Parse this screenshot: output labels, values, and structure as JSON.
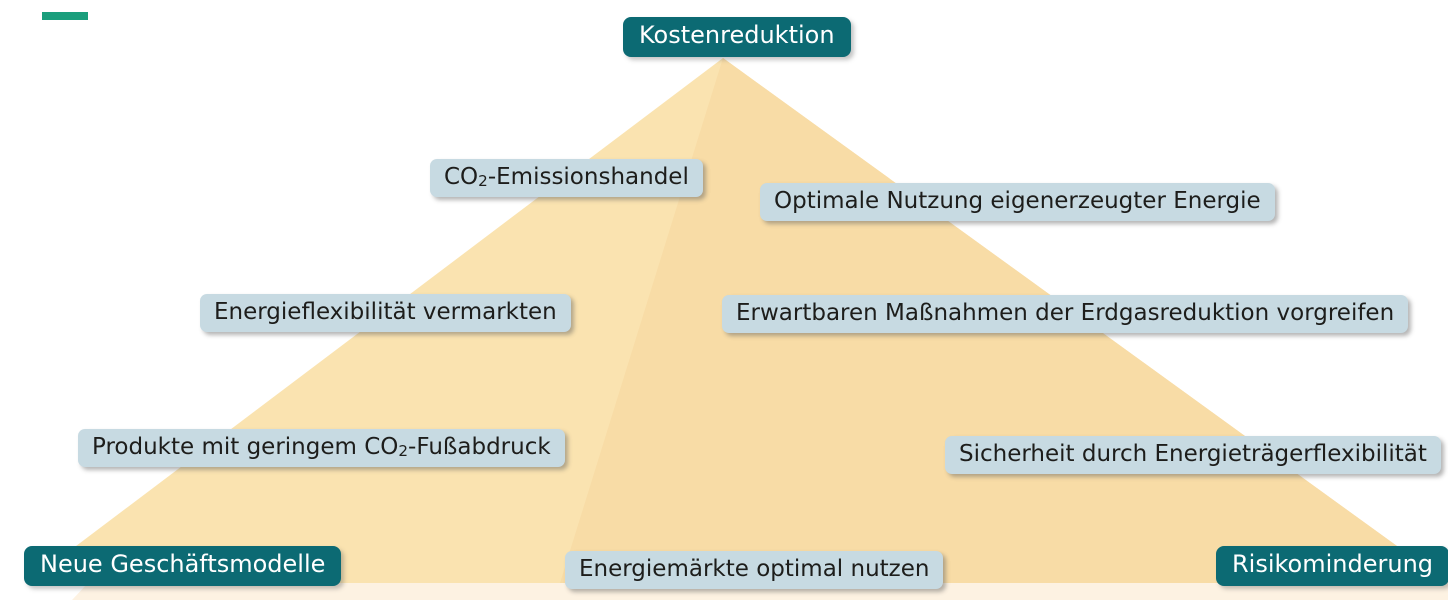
{
  "slide": {
    "title": "Pyramide Energiestrategie",
    "background_color": "#ffffff",
    "accent_bar_color": "#1a9e7c",
    "accent_label_color": "#0c6a73",
    "plain_label_color": "#c7dae2",
    "pyramid_light_color": "#fae3b0",
    "pyramid_dark_color": "#f7d899",
    "pyramid_base_color": "#fdf2e2"
  },
  "diagram": {
    "type": "pyramid",
    "apex": {
      "label": "Kostenreduktion",
      "style": "accent"
    },
    "corners": [
      {
        "label": "Neue Geschäftsmodelle",
        "position": "bottom-left",
        "style": "accent"
      },
      {
        "label": "Risikominderung",
        "position": "bottom-right",
        "style": "accent"
      }
    ],
    "items": [
      {
        "label_html": "CO<sub>2</sub>-Emissionshandel",
        "label": "CO2-Emissionshandel",
        "side": "left",
        "tier": 1
      },
      {
        "label_html": "Optimale Nutzung eigenerzeugter Energie",
        "label": "Optimale Nutzung eigenerzeugter Energie",
        "side": "right",
        "tier": 1
      },
      {
        "label_html": "Energieflexibilität vermarkten",
        "label": "Energieflexibilität vermarkten",
        "side": "left",
        "tier": 2
      },
      {
        "label_html": "Erwartbaren Maßnahmen der Erdgasreduktion vorgreifen",
        "label": "Erwartbaren Maßnahmen der Erdgasreduktion vorgreifen",
        "side": "right",
        "tier": 2
      },
      {
        "label_html": "Produkte mit geringem CO<sub>2</sub>-Fußabdruck",
        "label": "Produkte mit geringem CO2-Fußabdruck",
        "side": "left",
        "tier": 3
      },
      {
        "label_html": "Sicherheit durch Energieträgerflexibilität",
        "label": "Sicherheit durch Energieträgerflexibilität",
        "side": "right",
        "tier": 3
      },
      {
        "label_html": "Energiemärkte optimal nutzen",
        "label": "Energiemärkte optimal nutzen",
        "side": "center",
        "tier": 4
      }
    ]
  }
}
